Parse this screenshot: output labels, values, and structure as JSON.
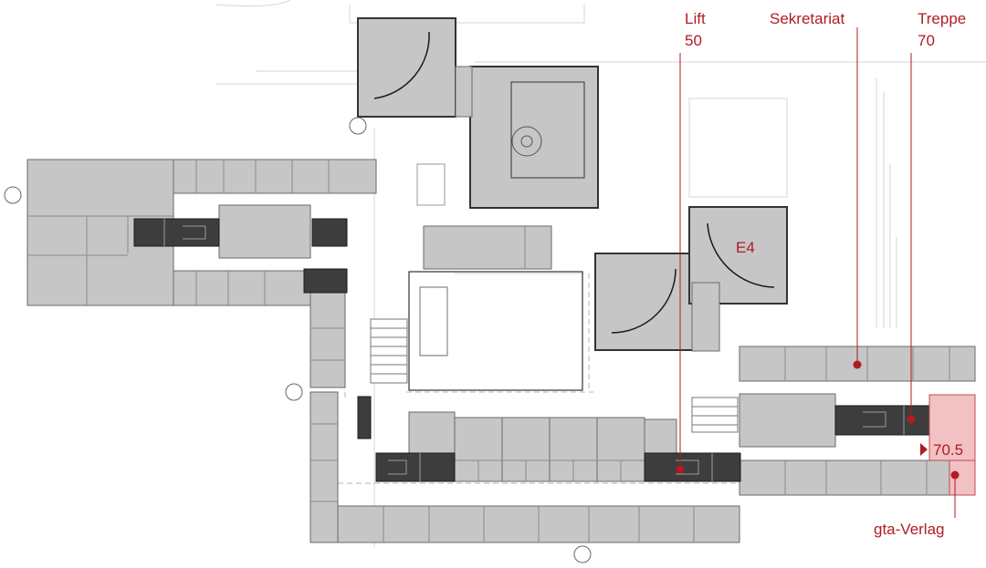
{
  "colors": {
    "accent": "#b01c22",
    "room_fill": "#c6c6c6",
    "core_fill": "#3d3d3d",
    "highlight_fill": "#f2c1c3",
    "wall": "#555555",
    "street_line": "#d4d4d4"
  },
  "labels": {
    "lift": "Lift",
    "lift_num": "50",
    "sekretariat": "Sekretariat",
    "treppe": "Treppe",
    "treppe_num": "70",
    "room_e4": "E4",
    "room_70_5": "70.5",
    "gta_verlag": "gta-Verlag"
  },
  "icons": [
    "location-dot-icon",
    "entrance-arrow-icon"
  ]
}
